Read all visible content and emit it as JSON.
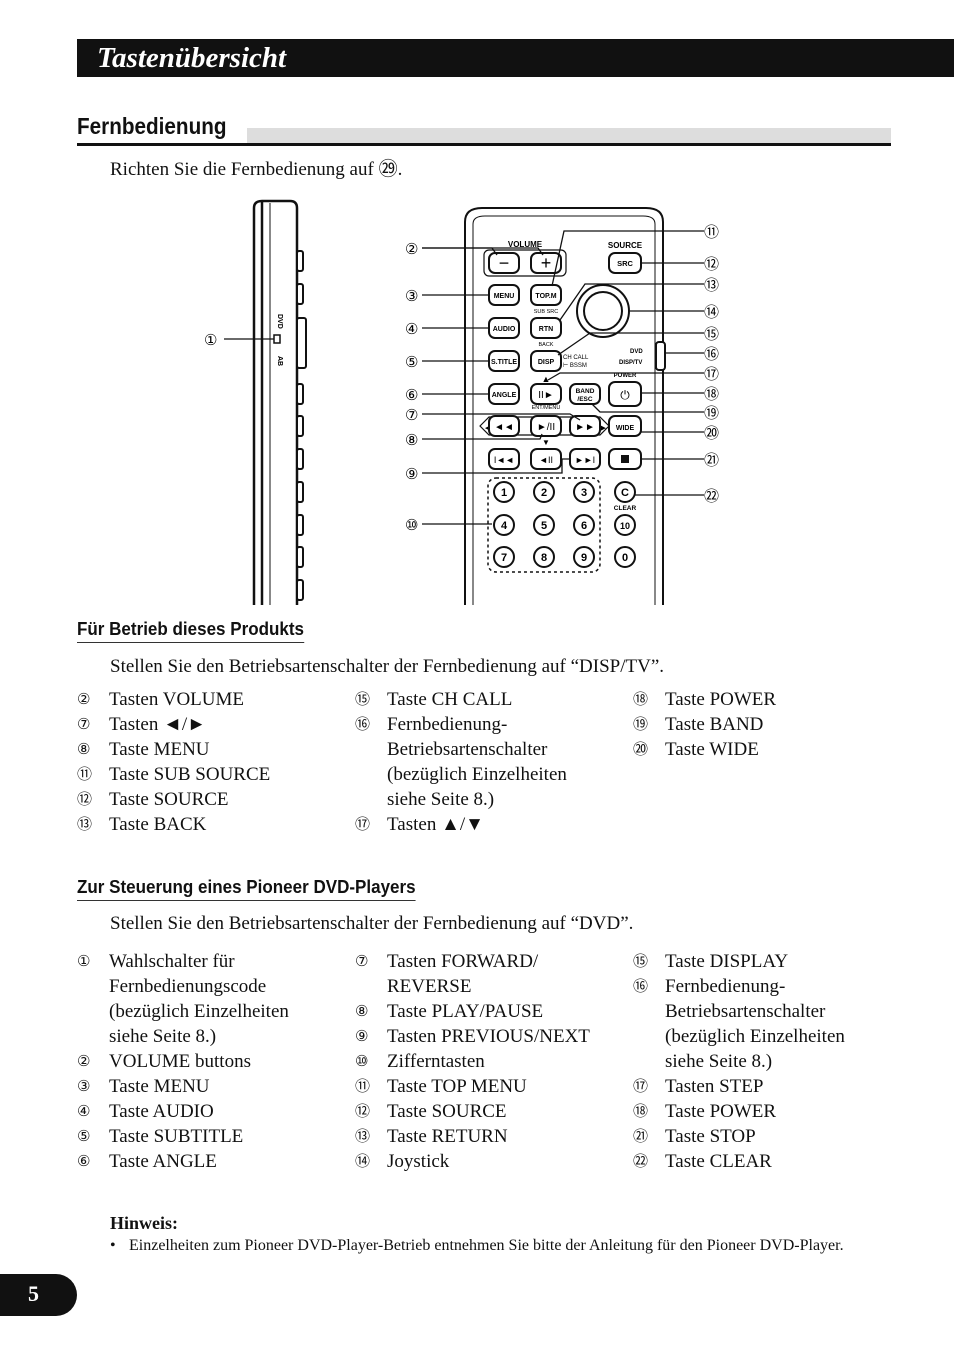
{
  "header": {
    "title": "Tastenübersicht"
  },
  "section": {
    "title": "Fernbedienung"
  },
  "intro": "Richten Sie die Fernbedienung auf ㉙.",
  "remote": {
    "side_switch_labels": [
      "DVD",
      "AB"
    ],
    "buttons": {
      "volume": "VOLUME",
      "source": "SOURCE",
      "src": "SRC",
      "menu": "MENU",
      "topm": "TOP.M",
      "subsrc": "SUB SRC",
      "audio": "AUDIO",
      "rtn": "RTN",
      "back": "BACK",
      "stitle": "S.TITLE",
      "disp": "DISP",
      "chcall": "CH CALL",
      "bssm": "BSSM",
      "dvd": "DVD",
      "disptv": "DISP/TV",
      "angle": "ANGLE",
      "entmenu": "ENT/MENU",
      "band": "BAND",
      "esc": "/ESC",
      "wide": "WIDE",
      "clear": "CLEAR",
      "power": "POWER"
    },
    "digits": [
      "1",
      "2",
      "3",
      "C",
      "4",
      "5",
      "6",
      "10",
      "7",
      "8",
      "9",
      "0"
    ],
    "callouts": [
      "①",
      "②",
      "③",
      "④",
      "⑤",
      "⑥",
      "⑦",
      "⑧",
      "⑨",
      "⑩",
      "⑪",
      "⑫",
      "⑬",
      "⑭",
      "⑮",
      "⑯",
      "⑰",
      "⑱",
      "⑲",
      "⑳",
      "㉑",
      "㉒"
    ]
  },
  "sub1": {
    "title": "Für Betrieb dieses Produkts",
    "text": "Stellen Sie den Betriebsartenschalter der Fernbedienung auf “DISP/TV”.",
    "col1": [
      {
        "n": "②",
        "t": "Tasten VOLUME"
      },
      {
        "n": "⑦",
        "t": "Tasten ◄/►"
      },
      {
        "n": "⑧",
        "t": "Taste MENU"
      },
      {
        "n": "⑪",
        "t": "Taste SUB SOURCE"
      },
      {
        "n": "⑫",
        "t": "Taste SOURCE"
      },
      {
        "n": "⑬",
        "t": "Taste BACK"
      }
    ],
    "col2": [
      {
        "n": "⑮",
        "t": "Taste CH CALL"
      },
      {
        "n": "⑯",
        "t": "Fernbedienung-\nBetriebsartenschalter\n(bezüglich Einzelheiten\nsiehe Seite 8.)"
      },
      {
        "n": "⑰",
        "t": "Tasten ▲/▼"
      }
    ],
    "col3": [
      {
        "n": "⑱",
        "t": "Taste POWER"
      },
      {
        "n": "⑲",
        "t": "Taste BAND"
      },
      {
        "n": "⑳",
        "t": "Taste WIDE"
      }
    ]
  },
  "sub2": {
    "title": "Zur Steuerung eines Pioneer DVD-Players",
    "text": "Stellen Sie den Betriebsartenschalter der Fernbedienung auf “DVD”.",
    "col1": [
      {
        "n": "①",
        "t": "Wahlschalter für\nFernbedienungscode\n(bezüglich Einzelheiten\nsiehe Seite 8.)"
      },
      {
        "n": "②",
        "t": "VOLUME buttons"
      },
      {
        "n": "③",
        "t": "Taste MENU"
      },
      {
        "n": "④",
        "t": "Taste AUDIO"
      },
      {
        "n": "⑤",
        "t": "Taste SUBTITLE"
      },
      {
        "n": "⑥",
        "t": "Taste ANGLE"
      }
    ],
    "col2": [
      {
        "n": "⑦",
        "t": "Tasten FORWARD/\nREVERSE"
      },
      {
        "n": "⑧",
        "t": "Taste PLAY/PAUSE"
      },
      {
        "n": "⑨",
        "t": "Tasten PREVIOUS/NEXT"
      },
      {
        "n": "⑩",
        "t": "Zifferntasten"
      },
      {
        "n": "⑪",
        "t": "Taste TOP MENU"
      },
      {
        "n": "⑫",
        "t": "Taste SOURCE"
      },
      {
        "n": "⑬",
        "t": "Taste RETURN"
      },
      {
        "n": "⑭",
        "t": "Joystick"
      }
    ],
    "col3": [
      {
        "n": "⑮",
        "t": "Taste DISPLAY"
      },
      {
        "n": "⑯",
        "t": "Fernbedienung-\nBetriebsartenschalter\n(bezüglich Einzelheiten\nsiehe Seite 8.)"
      },
      {
        "n": "⑰",
        "t": "Tasten STEP"
      },
      {
        "n": "⑱",
        "t": "Taste POWER"
      },
      {
        "n": "㉑",
        "t": "Taste STOP"
      },
      {
        "n": "㉒",
        "t": "Taste CLEAR"
      }
    ]
  },
  "note": {
    "title": "Hinweis:",
    "bullet": "•",
    "text": "Einzelheiten zum Pioneer DVD-Player-Betrieb entnehmen Sie bitte der Anleitung für den Pioneer DVD-Player."
  },
  "page_number": "5"
}
